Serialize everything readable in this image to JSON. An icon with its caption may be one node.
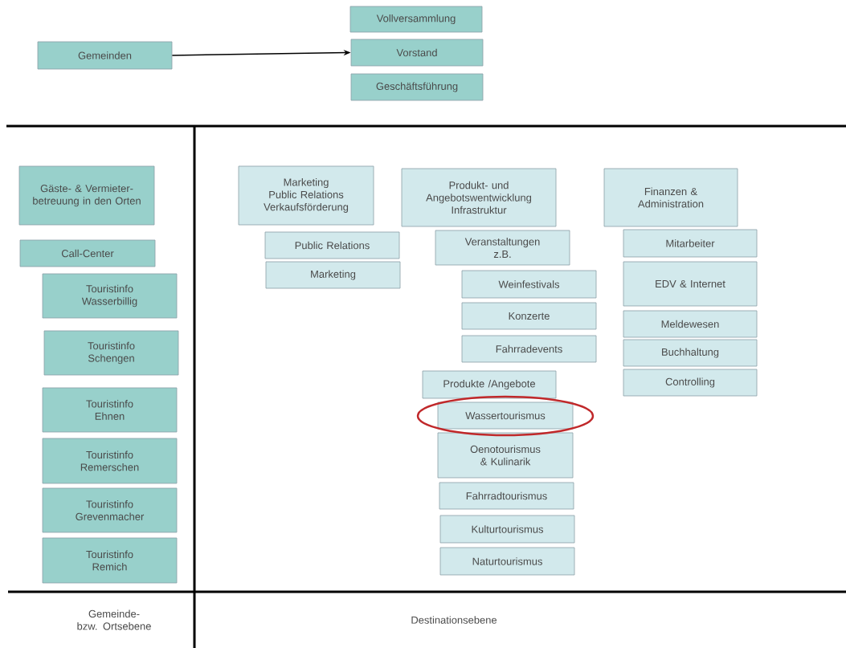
{
  "diagram": {
    "nodes": [
      {
        "text": [
          "Gemeinden"
        ]
      },
      {
        "text": [
          "Vollversammlung"
        ]
      },
      {
        "text": [
          "Vorstand"
        ]
      },
      {
        "text": [
          "Geschäftsführung"
        ]
      },
      {
        "text": [
          "Gäste- & Vermieter- betreuung in den Orten"
        ]
      },
      {
        "text": [
          "Call-Center"
        ]
      },
      {
        "text": [
          "Touristinfo Wasserbillig"
        ]
      },
      {
        "text": [
          "Touristinfo Schengen"
        ]
      },
      {
        "text": [
          "Touristinfo Ehnen"
        ]
      },
      {
        "text": [
          "Touristinfo Remerschen"
        ]
      },
      {
        "text": [
          "Touristinfo Grevenmacher"
        ]
      },
      {
        "text": [
          "Touristinfo Remich"
        ]
      },
      {
        "text": [
          "Marketing",
          "Public Relations",
          "Verkaufsförderung"
        ]
      },
      {
        "text": [
          "Produkt- und Angebotswentwicklung Infrastruktur"
        ]
      },
      {
        "text": [
          "Finanzen & Administration"
        ]
      },
      {
        "text": [
          "Public Relations"
        ]
      },
      {
        "text": [
          "Marketing"
        ]
      },
      {
        "text": [
          "Veranstaltungen z.B."
        ]
      },
      {
        "text": [
          "Weinfestivals"
        ]
      },
      {
        "text": [
          "Konzerte"
        ]
      },
      {
        "text": [
          "Fahrradevents"
        ]
      },
      {
        "text": [
          "Produkte /Angebote"
        ]
      },
      {
        "text": [
          "Wassertourismus"
        ]
      },
      {
        "text": [
          "Oenotourismus & Kulinarik"
        ]
      },
      {
        "text": [
          "Fahrradtourismus"
        ]
      },
      {
        "text": [
          "Kulturtourismus"
        ]
      },
      {
        "text": [
          "Naturtourismus"
        ]
      },
      {
        "text": [
          "Mitarbeiter"
        ]
      },
      {
        "text": [
          "EDV & Internet"
        ]
      },
      {
        "text": [
          "Meldewesen"
        ]
      },
      {
        "text": [
          "Buchhaltung"
        ]
      },
      {
        "text": [
          "Controlling"
        ]
      }
    ],
    "edges": [
      {
        "from": 0,
        "to": 2,
        "arrow": "to"
      }
    ],
    "labels": [
      "Gemeinde- bzw. Ortsebene",
      "Destinationsebene"
    ]
  }
}
